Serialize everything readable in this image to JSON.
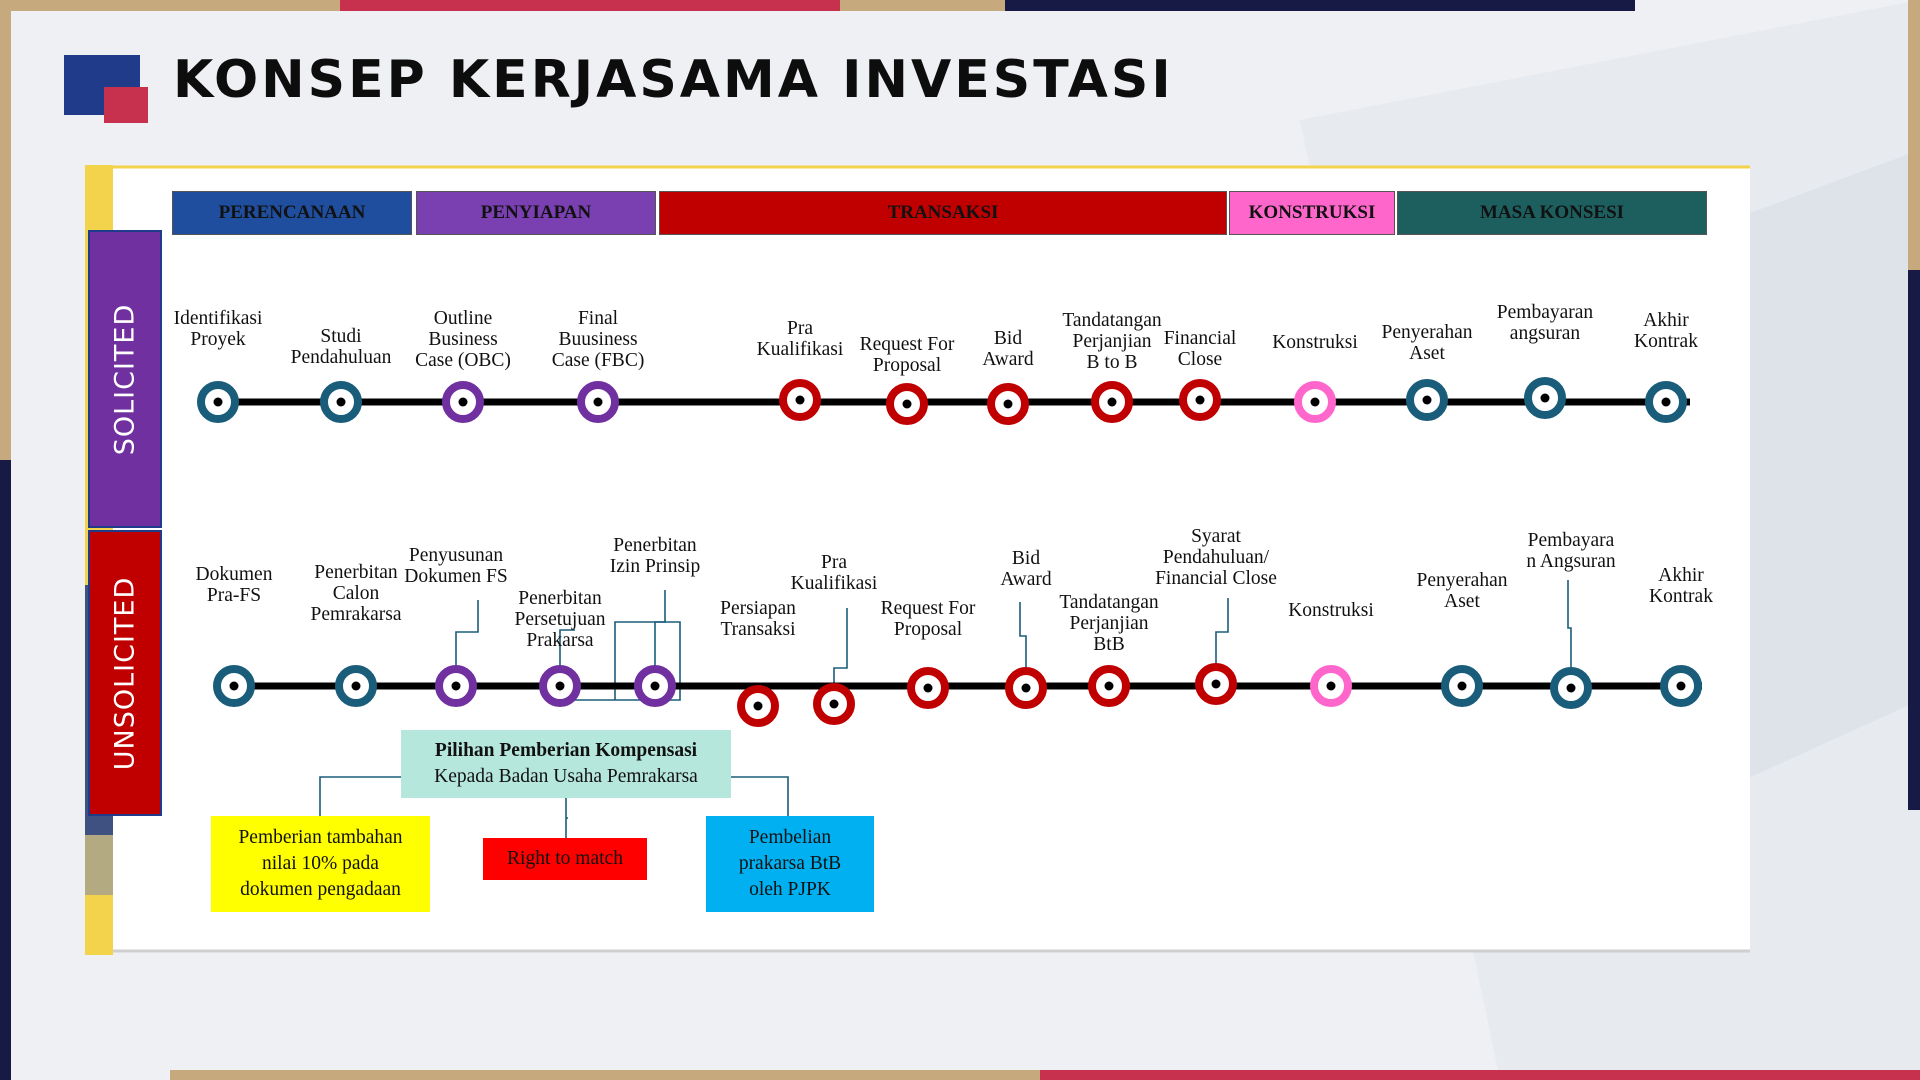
{
  "title": "KONSEP KERJASAMA INVESTASI",
  "phases": [
    {
      "label": "PERENCANAAN",
      "color": "#1f4e9e"
    },
    {
      "label": "PENYIAPAN",
      "color": "#7a3fb0"
    },
    {
      "label": "TRANSAKSI",
      "color": "#c00000"
    },
    {
      "label": "KONSTRUKSI",
      "color": "#ff66cc"
    },
    {
      "label": "MASA KONSESI",
      "color": "#1d5e5f"
    }
  ],
  "tracks": [
    {
      "label": "SOLICITED",
      "label_color": "#7030a0",
      "stages": [
        {
          "label": "Identifikasi\nProyek",
          "ring": "#1a5d7a"
        },
        {
          "label": "Studi\nPendahuluan",
          "ring": "#1a5d7a"
        },
        {
          "label": "Outline\nBusiness\nCase (OBC)",
          "ring": "#7030a0"
        },
        {
          "label": "Final\nBuusiness\nCase (FBC)",
          "ring": "#7030a0"
        },
        {
          "label": "Pra\nKualifikasi",
          "ring": "#c00000"
        },
        {
          "label": "Request For\nProposal",
          "ring": "#c00000"
        },
        {
          "label": "Bid\nAward",
          "ring": "#c00000"
        },
        {
          "label": "Tandatangan\nPerjanjian\nB to B",
          "ring": "#c00000"
        },
        {
          "label": "Financial\nClose",
          "ring": "#c00000"
        },
        {
          "label": "Konstruksi",
          "ring": "#ff66cc"
        },
        {
          "label": "Penyerahan\nAset",
          "ring": "#1a5d7a"
        },
        {
          "label": "Pembayaran\nangsuran",
          "ring": "#1a5d7a"
        },
        {
          "label": "Akhir\nKontrak",
          "ring": "#1a5d7a"
        }
      ]
    },
    {
      "label": "UNSOLICITED",
      "label_color": "#c00000",
      "stages": [
        {
          "label": "Dokumen\nPra-FS",
          "ring": "#1a5d7a"
        },
        {
          "label": "Penerbitan\nCalon\nPemrakarsa",
          "ring": "#1a5d7a"
        },
        {
          "label": "Penyusunan\nDokumen FS",
          "ring": "#7030a0"
        },
        {
          "label": "Penerbitan\nPersetujuan\nPrakarsa",
          "ring": "#7030a0"
        },
        {
          "label": "Penerbitan\nIzin Prinsip",
          "ring": "#7030a0"
        },
        {
          "label": "Persiapan\nTransaksi",
          "ring": "#c00000"
        },
        {
          "label": "Pra\nKualifikasi",
          "ring": "#c00000"
        },
        {
          "label": "Request For\nProposal",
          "ring": "#c00000"
        },
        {
          "label": "Bid\nAward",
          "ring": "#c00000"
        },
        {
          "label": "Tandatangan\nPerjanjian\nBtB",
          "ring": "#c00000"
        },
        {
          "label": "Syarat\nPendahuluan/\nFinancial Close",
          "ring": "#c00000"
        },
        {
          "label": "Konstruksi",
          "ring": "#ff66cc"
        },
        {
          "label": "Penyerahan\nAset",
          "ring": "#1a5d7a"
        },
        {
          "label": "Pembayara\nn Angsuran",
          "ring": "#1a5d7a"
        },
        {
          "label": "Akhir\nKontrak",
          "ring": "#1a5d7a"
        }
      ]
    }
  ],
  "compensation": {
    "heading_line1": "Pilihan Pemberian Kompensasi",
    "heading_line2": "Kepada Badan Usaha Pemrakarsa",
    "heading_color": "#b6e7dc",
    "options": [
      {
        "label": "Pemberian tambahan\nnilai 10% pada\ndokumen pengadaan",
        "color": "#ffff00"
      },
      {
        "label": "Right to match",
        "color": "#ff0000"
      },
      {
        "label": "Pembelian\nprakarsa BtB\noleh PJPK",
        "color": "#00b0f0"
      }
    ]
  }
}
